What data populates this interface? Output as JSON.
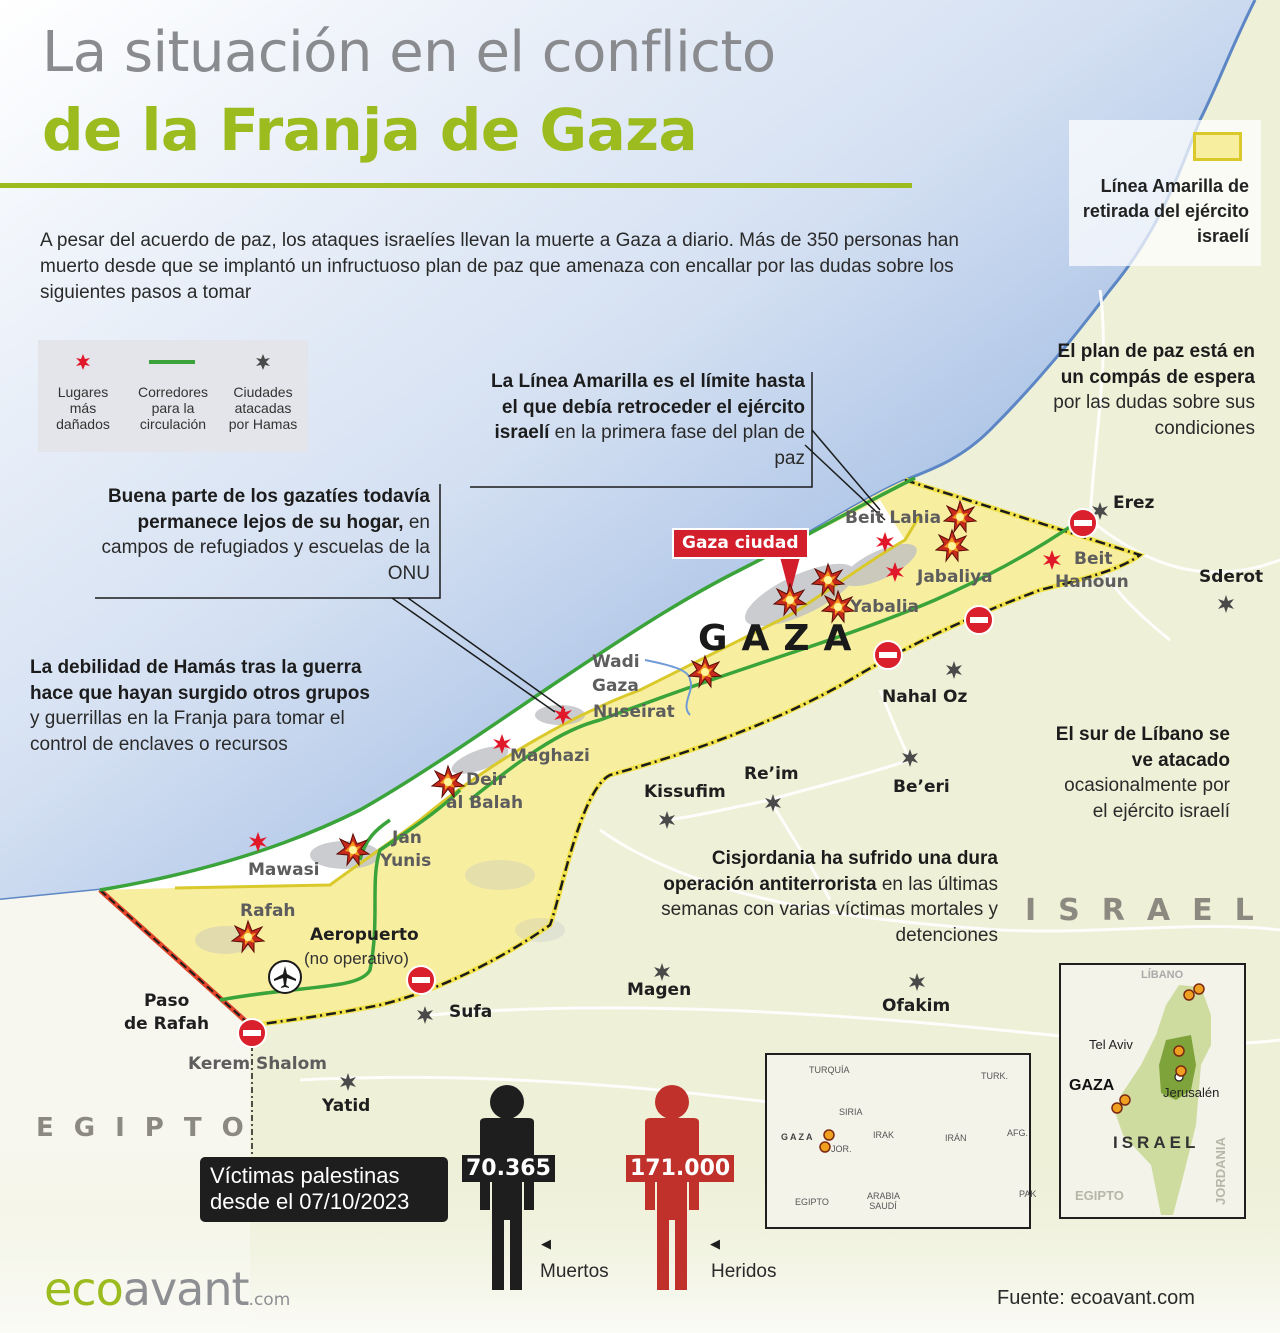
{
  "header": {
    "title_line1": "La situación en el conflicto",
    "title_line2": "de la Franja de Gaza",
    "intro": "A pesar del acuerdo de paz, los ataques israelíes llevan la muerte a Gaza a diario. Más de 350 personas han muerto desde que se implantó un infructuoso plan de paz que amenaza con encallar por las dudas sobre los siguientes pasos a tomar"
  },
  "legend": {
    "items": [
      {
        "icon": "red-star-icon",
        "label": "Lugares\nmás\ndañados"
      },
      {
        "icon": "green-line-icon",
        "label": "Corredores\npara la\ncirculación"
      },
      {
        "icon": "gray-star-icon",
        "label": "Ciudades\natacadas\npor Hamas"
      }
    ],
    "yellow_line": {
      "label": "Línea Amarilla de retirada del ejército israelí"
    }
  },
  "notes": {
    "yellow_line": {
      "bold": "La Línea Amarilla es el límite hasta el que debía retroceder el ejército israelí",
      "normal": " en la primera fase del plan de paz"
    },
    "displaced": {
      "bold": "Buena parte de los gazatíes todavía permanece lejos de su hogar,",
      "normal": " en campos de refugiados y escuelas de la ONU"
    },
    "hamas": {
      "bold": "La debilidad de Hamás tras la guerra hace que hayan surgido otros grupos",
      "normal": " y guerrillas en la Franja para tomar el control de enclaves o recursos"
    },
    "peace_plan": {
      "bold": "El plan de paz está en un compás de espera",
      "normal": " por las dudas sobre sus condiciones"
    },
    "lebanon": {
      "bold": "El sur de Líbano se ve atacado",
      "normal": " ocasionalmente por el ejército israelí"
    },
    "west_bank": {
      "bold": "Cisjordania ha sufrido una dura operación antiterrorista",
      "normal": " en las últimas semanas con varias víctimas mortales y detenciones"
    }
  },
  "map": {
    "colors": {
      "sea": "#6f9bd6",
      "land": "#eef0d8",
      "yellow_zone": "#f8eea0",
      "corridor": "#3aa33a",
      "damaged": "#e0182a",
      "attacked": "#4a4a4a"
    },
    "callout_city": "Gaza ciudad",
    "gaza_label": "GAZA",
    "places_gaza": {
      "beit_lahia": "Beit Lahia",
      "jabaliya": "Jabaliya",
      "yabalia": "Yabalia",
      "beit_hanoun_1": "Beit",
      "beit_hanoun_2": "Hanoun",
      "wadi_gaza_1": "Wadi",
      "wadi_gaza_2": "Gaza",
      "nuseirat": "Nuseirat",
      "maghazi": "Maghazi",
      "deir_1": "Deir",
      "deir_2": "al Balah",
      "jan_1": "Jan",
      "jan_2": "Yunis",
      "mawasi": "Mawasi",
      "rafah": "Rafah",
      "airport": "Aeropuerto",
      "airport_note": "(no operativo)",
      "paso_1": "Paso",
      "paso_2": "de Rafah",
      "kerem": "Kerem Shalom"
    },
    "places_israel": {
      "erez": "Erez",
      "sderot": "Sderot",
      "nahal_oz": "Nahal Oz",
      "kissufim": "Kissufim",
      "reim": "Re’im",
      "beeri": "Be’eri",
      "sufa": "Sufa",
      "magen": "Magen",
      "ofakim": "Ofakim",
      "yatid": "Yatid"
    },
    "countries": {
      "israel": "ISRAEL",
      "egypt": "EGIPTO"
    }
  },
  "victims": {
    "title": "Víctimas palestinas desde el 07/10/2023",
    "dead": {
      "value": "70.365",
      "label": "Muertos",
      "color": "#1e1e1e"
    },
    "injured": {
      "value": "171.000",
      "label": "Heridos",
      "color": "#c0312b"
    }
  },
  "inset_region": {
    "labels": {
      "turquia": "TURQUÍA",
      "turk": "TURK.",
      "siria": "SIRIA",
      "gaza": "GAZA",
      "jor": "JOR.",
      "irak": "IRAK",
      "iran": "IRÁN",
      "afg": "AFG.",
      "egipto": "EGIPTO",
      "arabia": "ARABIA SAUDÍ",
      "pak": "PAK"
    }
  },
  "inset_israel": {
    "labels": {
      "libano": "LÍBANO",
      "tel_aviv": "Tel Aviv",
      "gaza": "GAZA",
      "jerusalen": "Jerusalén",
      "israel": "ISRAEL",
      "egipto": "EGIPTO",
      "jordania": "JORDANIA"
    }
  },
  "footer": {
    "logo_eco": "eco",
    "logo_avant": "avant",
    "logo_com": ".com",
    "source": "Fuente: ecoavant.com"
  }
}
